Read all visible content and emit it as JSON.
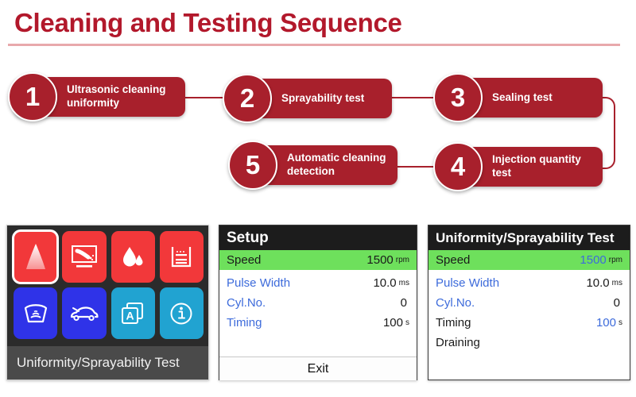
{
  "title": "Cleaning and Testing Sequence",
  "flow": {
    "steps": [
      {
        "num": "1",
        "label": "Ultrasonic cleaning uniformity"
      },
      {
        "num": "2",
        "label": "Sprayability test"
      },
      {
        "num": "3",
        "label": "Sealing test"
      },
      {
        "num": "4",
        "label": "Injection quantity test"
      },
      {
        "num": "5",
        "label": "Automatic cleaning detection"
      }
    ],
    "accent_color": "#a8202c"
  },
  "device": {
    "caption": "Uniformity/Sprayability Test",
    "icons": [
      {
        "name": "spray-cone-icon",
        "color": "#f2383a",
        "selected": true
      },
      {
        "name": "spray-pattern-screen-icon",
        "color": "#f2383a",
        "selected": false
      },
      {
        "name": "water-droplets-icon",
        "color": "#f2383a",
        "selected": false
      },
      {
        "name": "tank-level-icon",
        "color": "#f2383a",
        "selected": false
      },
      {
        "name": "spray-fan-icon",
        "color": "#2f33e8",
        "selected": false
      },
      {
        "name": "car-icon",
        "color": "#2f33e8",
        "selected": false
      },
      {
        "name": "auto-mode-a-icon",
        "color": "#21a3d1",
        "selected": false
      },
      {
        "name": "info-icon",
        "color": "#21a3d1",
        "selected": false
      }
    ]
  },
  "setup_panel": {
    "header": "Setup",
    "rows": [
      {
        "label": "Speed",
        "value": "1500",
        "unit": "rpm",
        "highlight": true,
        "label_color": "dark",
        "value_color": "dark"
      },
      {
        "label": "Pulse Width",
        "value": "10.0",
        "unit": "ms",
        "highlight": false,
        "label_color": "blue",
        "value_color": "dark"
      },
      {
        "label": "Cyl.No.",
        "value": "0",
        "unit": "",
        "highlight": false,
        "label_color": "blue",
        "value_color": "dark"
      },
      {
        "label": "Timing",
        "value": "100",
        "unit": "s",
        "highlight": false,
        "label_color": "blue",
        "value_color": "dark"
      }
    ],
    "footer_button": "Exit"
  },
  "test_panel": {
    "header": "Uniformity/Sprayability Test",
    "rows": [
      {
        "label": "Speed",
        "value": "1500",
        "unit": "rpm",
        "highlight": true,
        "label_color": "dark",
        "value_color": "blue"
      },
      {
        "label": "Pulse Width",
        "value": "10.0",
        "unit": "ms",
        "highlight": false,
        "label_color": "blue",
        "value_color": "dark"
      },
      {
        "label": "Cyl.No.",
        "value": "0",
        "unit": "",
        "highlight": false,
        "label_color": "blue",
        "value_color": "dark"
      },
      {
        "label": "Timing",
        "value": "100",
        "unit": "s",
        "highlight": false,
        "label_color": "dark",
        "value_color": "blue"
      },
      {
        "label": "Draining",
        "value": "",
        "unit": "",
        "highlight": false,
        "label_color": "dark",
        "value_color": "dark"
      }
    ]
  }
}
